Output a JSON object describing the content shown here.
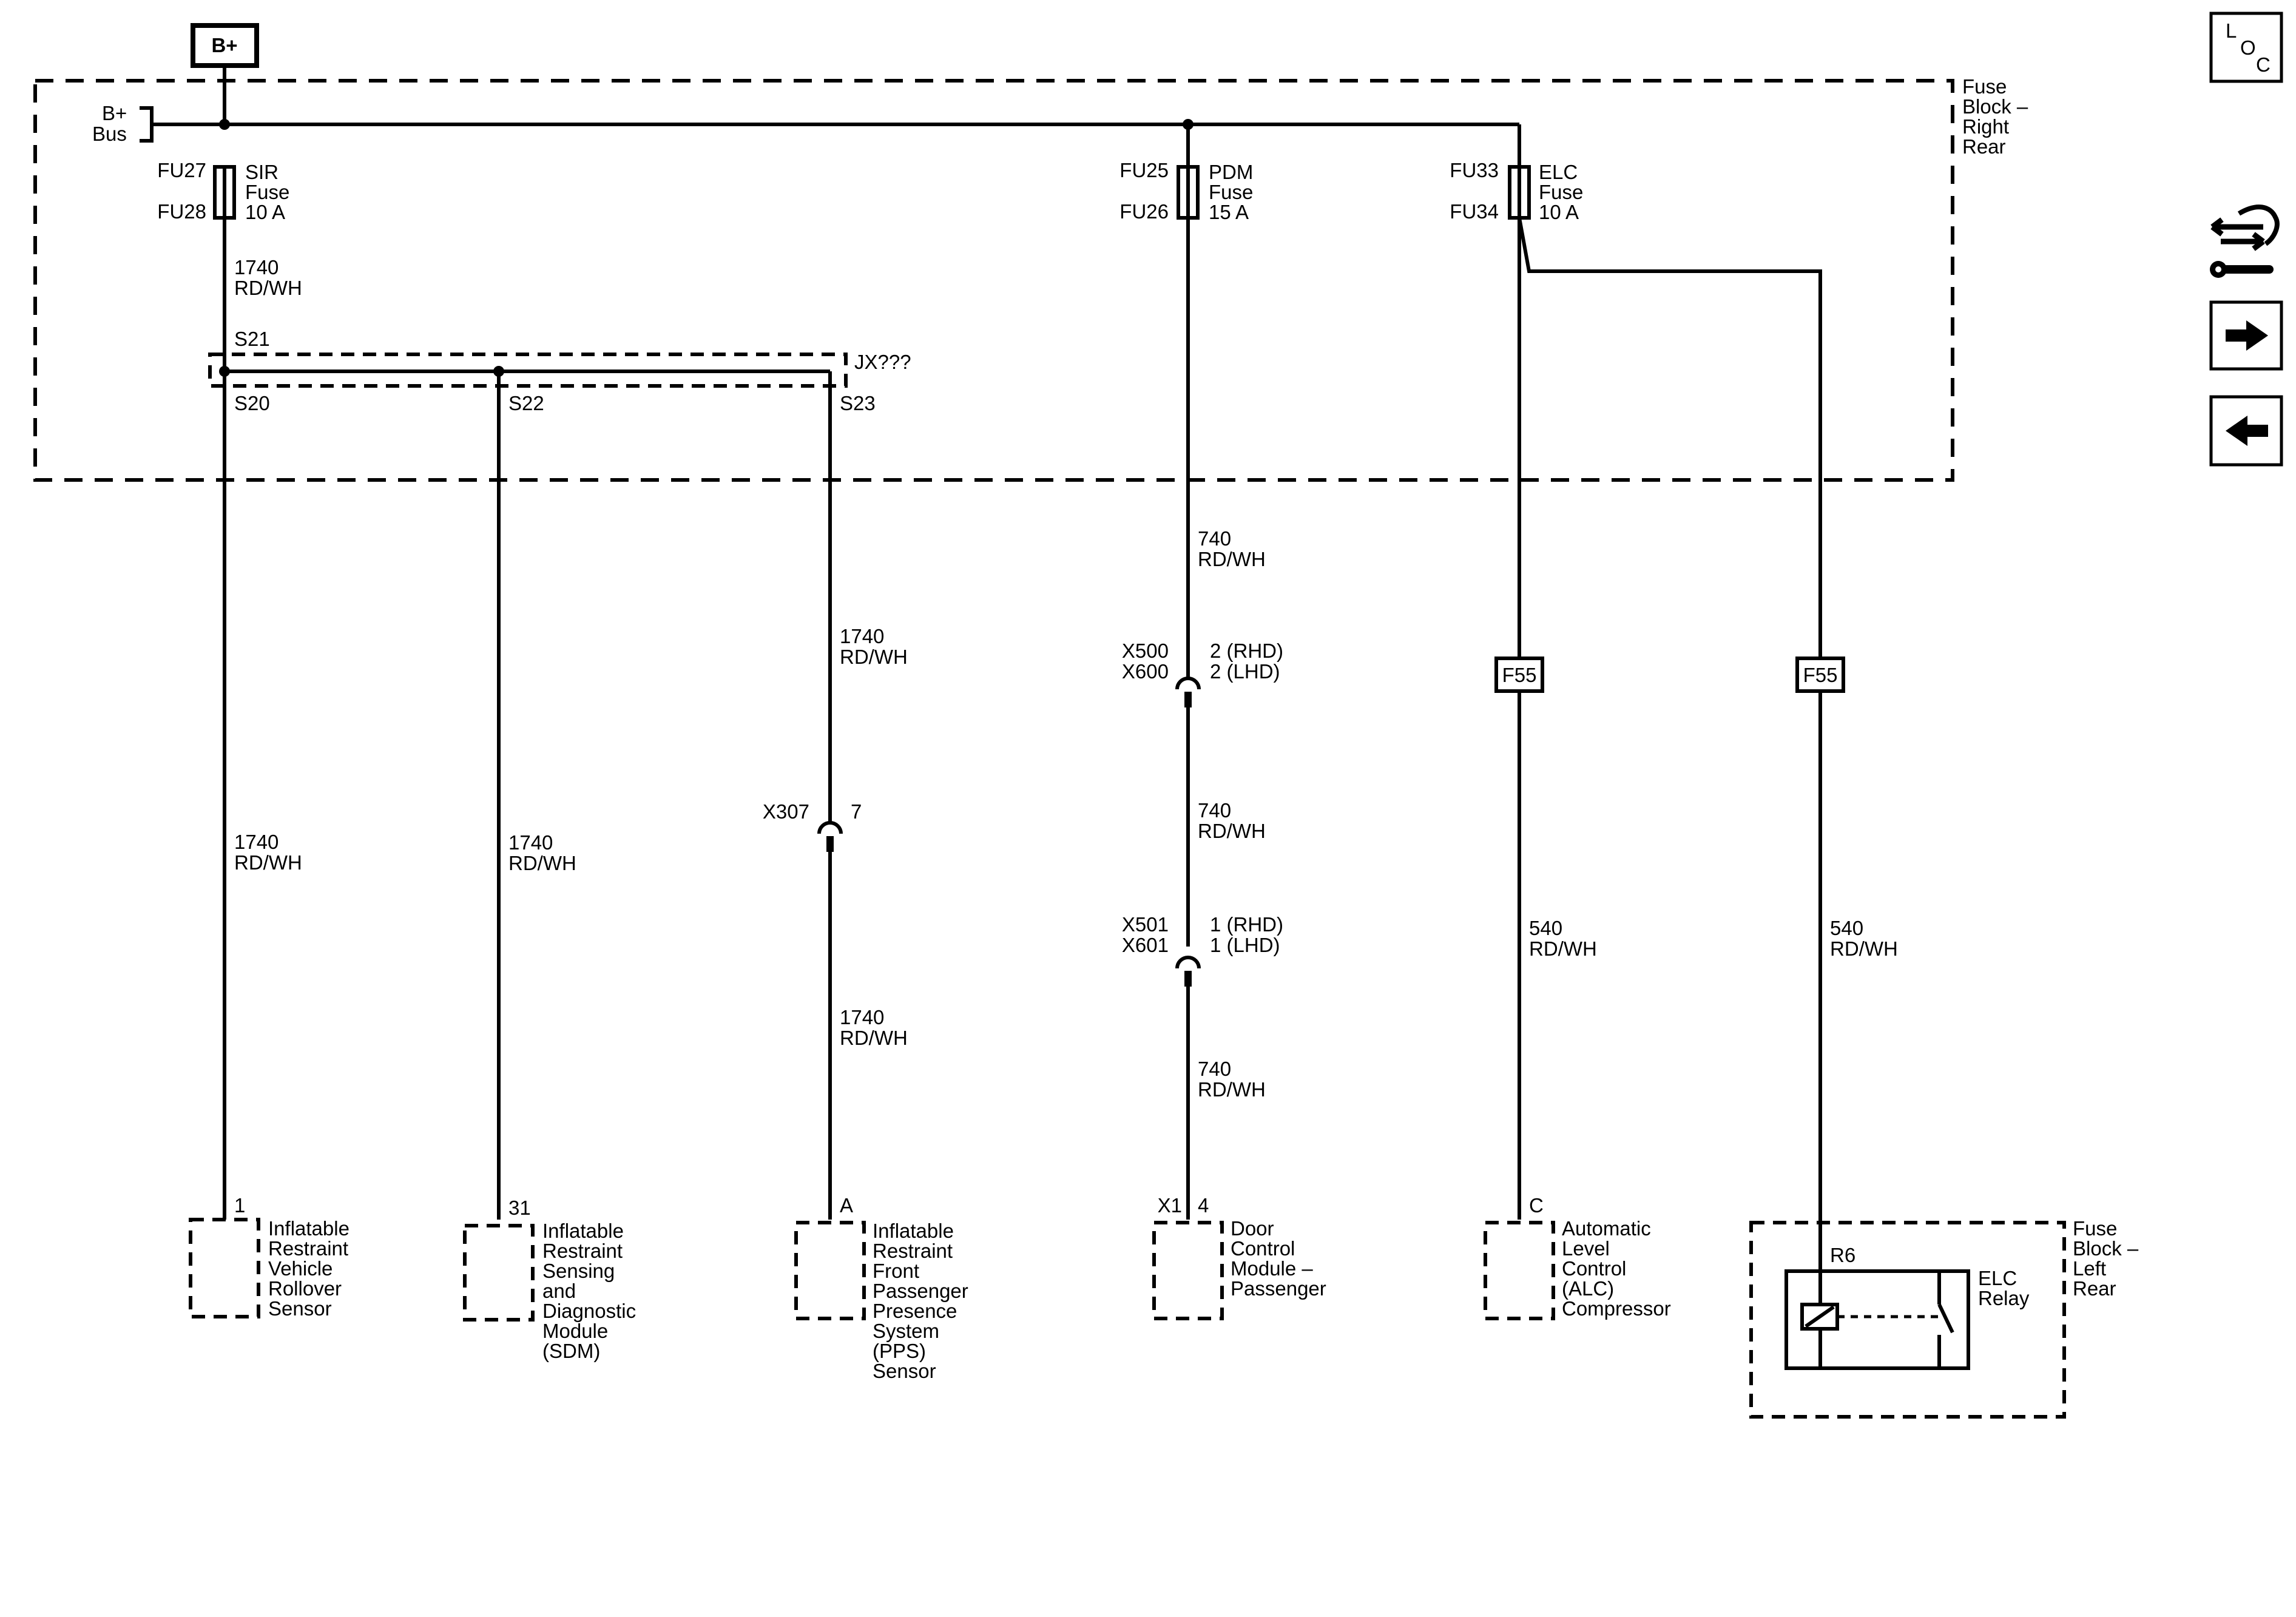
{
  "power_source": {
    "label": "B+"
  },
  "bus": {
    "line1": "B+",
    "line2": "Bus"
  },
  "fuse_block_right_rear": {
    "lines": [
      "Fuse",
      "Block –",
      "Right",
      "Rear"
    ]
  },
  "fuse_block_left_rear": {
    "lines": [
      "Fuse",
      "Block –",
      "Left",
      "Rear"
    ]
  },
  "fuses": [
    {
      "id_top": "FU27",
      "id_bottom": "FU28",
      "lines": [
        "SIR",
        "Fuse",
        "10 A"
      ]
    },
    {
      "id_top": "FU25",
      "id_bottom": "FU26",
      "lines": [
        "PDM",
        "Fuse",
        "15 A"
      ]
    },
    {
      "id_top": "FU33",
      "id_bottom": "FU34",
      "lines": [
        "ELC",
        "Fuse",
        "10 A"
      ]
    }
  ],
  "wires": [
    {
      "circuit": "1740",
      "color": "RD/WH"
    },
    {
      "circuit": "1740",
      "color": "RD/WH"
    },
    {
      "circuit": "1740",
      "color": "RD/WH"
    },
    {
      "circuit": "1740",
      "color": "RD/WH"
    },
    {
      "circuit": "1740",
      "color": "RD/WH"
    },
    {
      "circuit": "740",
      "color": "RD/WH"
    },
    {
      "circuit": "740",
      "color": "RD/WH"
    },
    {
      "circuit": "740",
      "color": "RD/WH"
    },
    {
      "circuit": "540",
      "color": "RD/WH"
    },
    {
      "circuit": "540",
      "color": "RD/WH"
    }
  ],
  "splice_pack": {
    "label": "JX???",
    "top": "S21",
    "left": "S20",
    "middle": "S22",
    "right": "S23"
  },
  "connectors": [
    {
      "id": "X307",
      "pin": "7"
    },
    {
      "id_top": "X500",
      "id_bottom": "X600",
      "pin_top": "2 (RHD)",
      "pin_bottom": "2 (LHD)"
    },
    {
      "id_top": "X501",
      "id_bottom": "X601",
      "pin_top": "1 (RHD)",
      "pin_bottom": "1 (LHD)"
    }
  ],
  "fuse_refs": [
    "F55",
    "F55"
  ],
  "components": [
    {
      "pin": "1",
      "lines": [
        "Inflatable",
        "Restraint",
        "Vehicle",
        "Rollover",
        "Sensor"
      ]
    },
    {
      "pin": "31",
      "lines": [
        "Inflatable",
        "Restraint",
        "Sensing",
        "and",
        "Diagnostic",
        "Module",
        "(SDM)"
      ]
    },
    {
      "pin": "A",
      "lines": [
        "Inflatable",
        "Restraint",
        "Front",
        "Passenger",
        "Presence",
        "System",
        "(PPS)",
        "Sensor"
      ]
    },
    {
      "connector": "X1",
      "pin": "4",
      "lines": [
        "Door",
        "Control",
        "Module –",
        "Passenger"
      ]
    },
    {
      "pin": "C",
      "lines": [
        "Automatic",
        "Level",
        "Control",
        "(ALC)",
        "Compressor"
      ]
    }
  ],
  "relay": {
    "id": "R6",
    "lines": [
      "ELC",
      "Relay"
    ]
  },
  "nav": {
    "loc": {
      "l": "L",
      "o": "O",
      "c": "C",
      "icon": "location-icon"
    },
    "tools_icon": "wrench-tools-icon",
    "next_icon": "arrow-right-icon",
    "prev_icon": "arrow-left-icon"
  }
}
